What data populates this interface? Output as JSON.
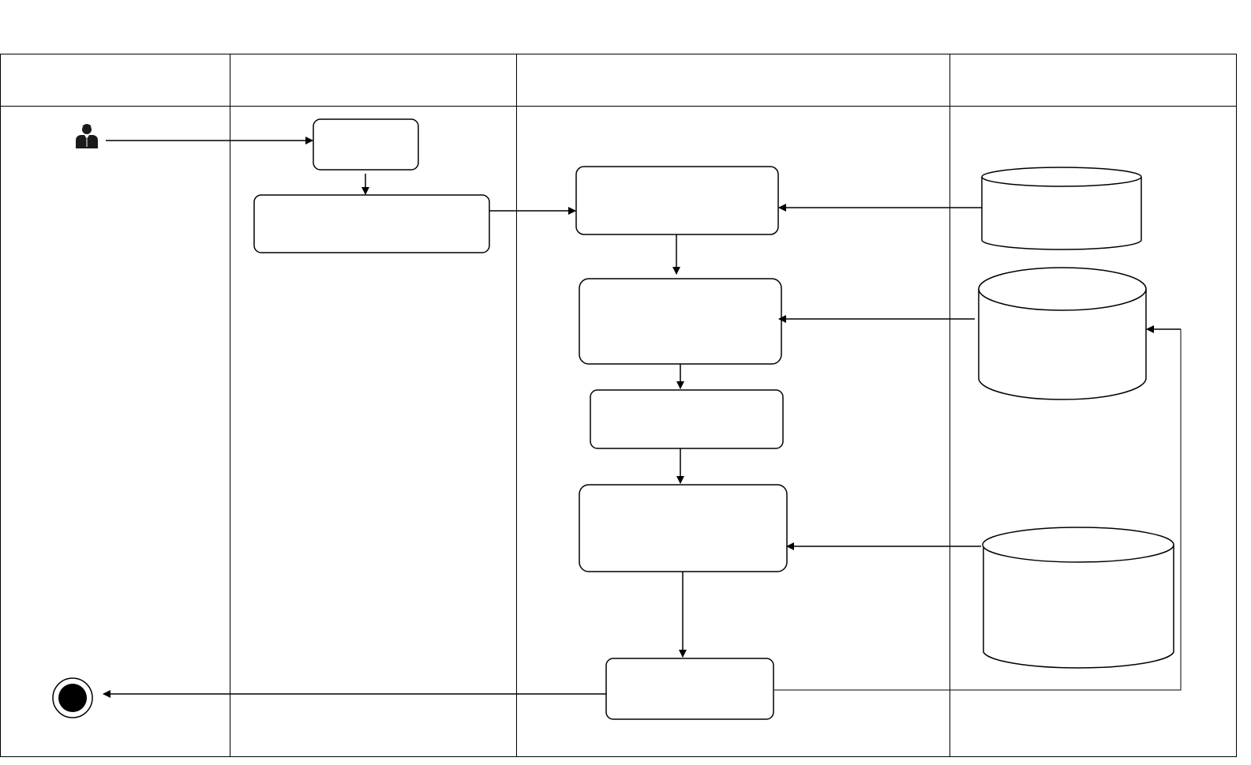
{
  "diagram": {
    "type": "swimlane-activity",
    "lanes": [
      {
        "id": "lane-1",
        "header": ""
      },
      {
        "id": "lane-2",
        "header": ""
      },
      {
        "id": "lane-3",
        "header": ""
      },
      {
        "id": "lane-4",
        "header": ""
      }
    ],
    "nodes": {
      "actor": {
        "kind": "actor",
        "label": ""
      },
      "step_1": {
        "kind": "activity",
        "label": ""
      },
      "step_2": {
        "kind": "activity",
        "label": ""
      },
      "step_3": {
        "kind": "activity",
        "label": ""
      },
      "step_4": {
        "kind": "activity",
        "label": ""
      },
      "step_5": {
        "kind": "activity",
        "label": ""
      },
      "step_6": {
        "kind": "activity",
        "label": ""
      },
      "step_7": {
        "kind": "activity",
        "label": ""
      },
      "store_1": {
        "kind": "datastore",
        "label": ""
      },
      "store_2": {
        "kind": "datastore",
        "label": ""
      },
      "store_3": {
        "kind": "datastore",
        "label": ""
      },
      "end": {
        "kind": "final-state",
        "label": ""
      }
    },
    "edges": [
      {
        "from": "actor",
        "to": "step_1"
      },
      {
        "from": "step_1",
        "to": "step_2"
      },
      {
        "from": "step_2",
        "to": "step_3"
      },
      {
        "from": "store_1",
        "to": "step_3"
      },
      {
        "from": "step_3",
        "to": "step_4"
      },
      {
        "from": "store_2",
        "to": "step_4"
      },
      {
        "from": "step_4",
        "to": "step_5"
      },
      {
        "from": "step_5",
        "to": "step_6"
      },
      {
        "from": "store_3",
        "to": "step_6"
      },
      {
        "from": "step_6",
        "to": "step_7"
      },
      {
        "from": "step_7",
        "to": "end"
      },
      {
        "from": "step_7",
        "to": "store_2"
      }
    ],
    "colors": {
      "stroke": "#000000",
      "background": "#ffffff",
      "actor": "#1a1a1a"
    }
  }
}
